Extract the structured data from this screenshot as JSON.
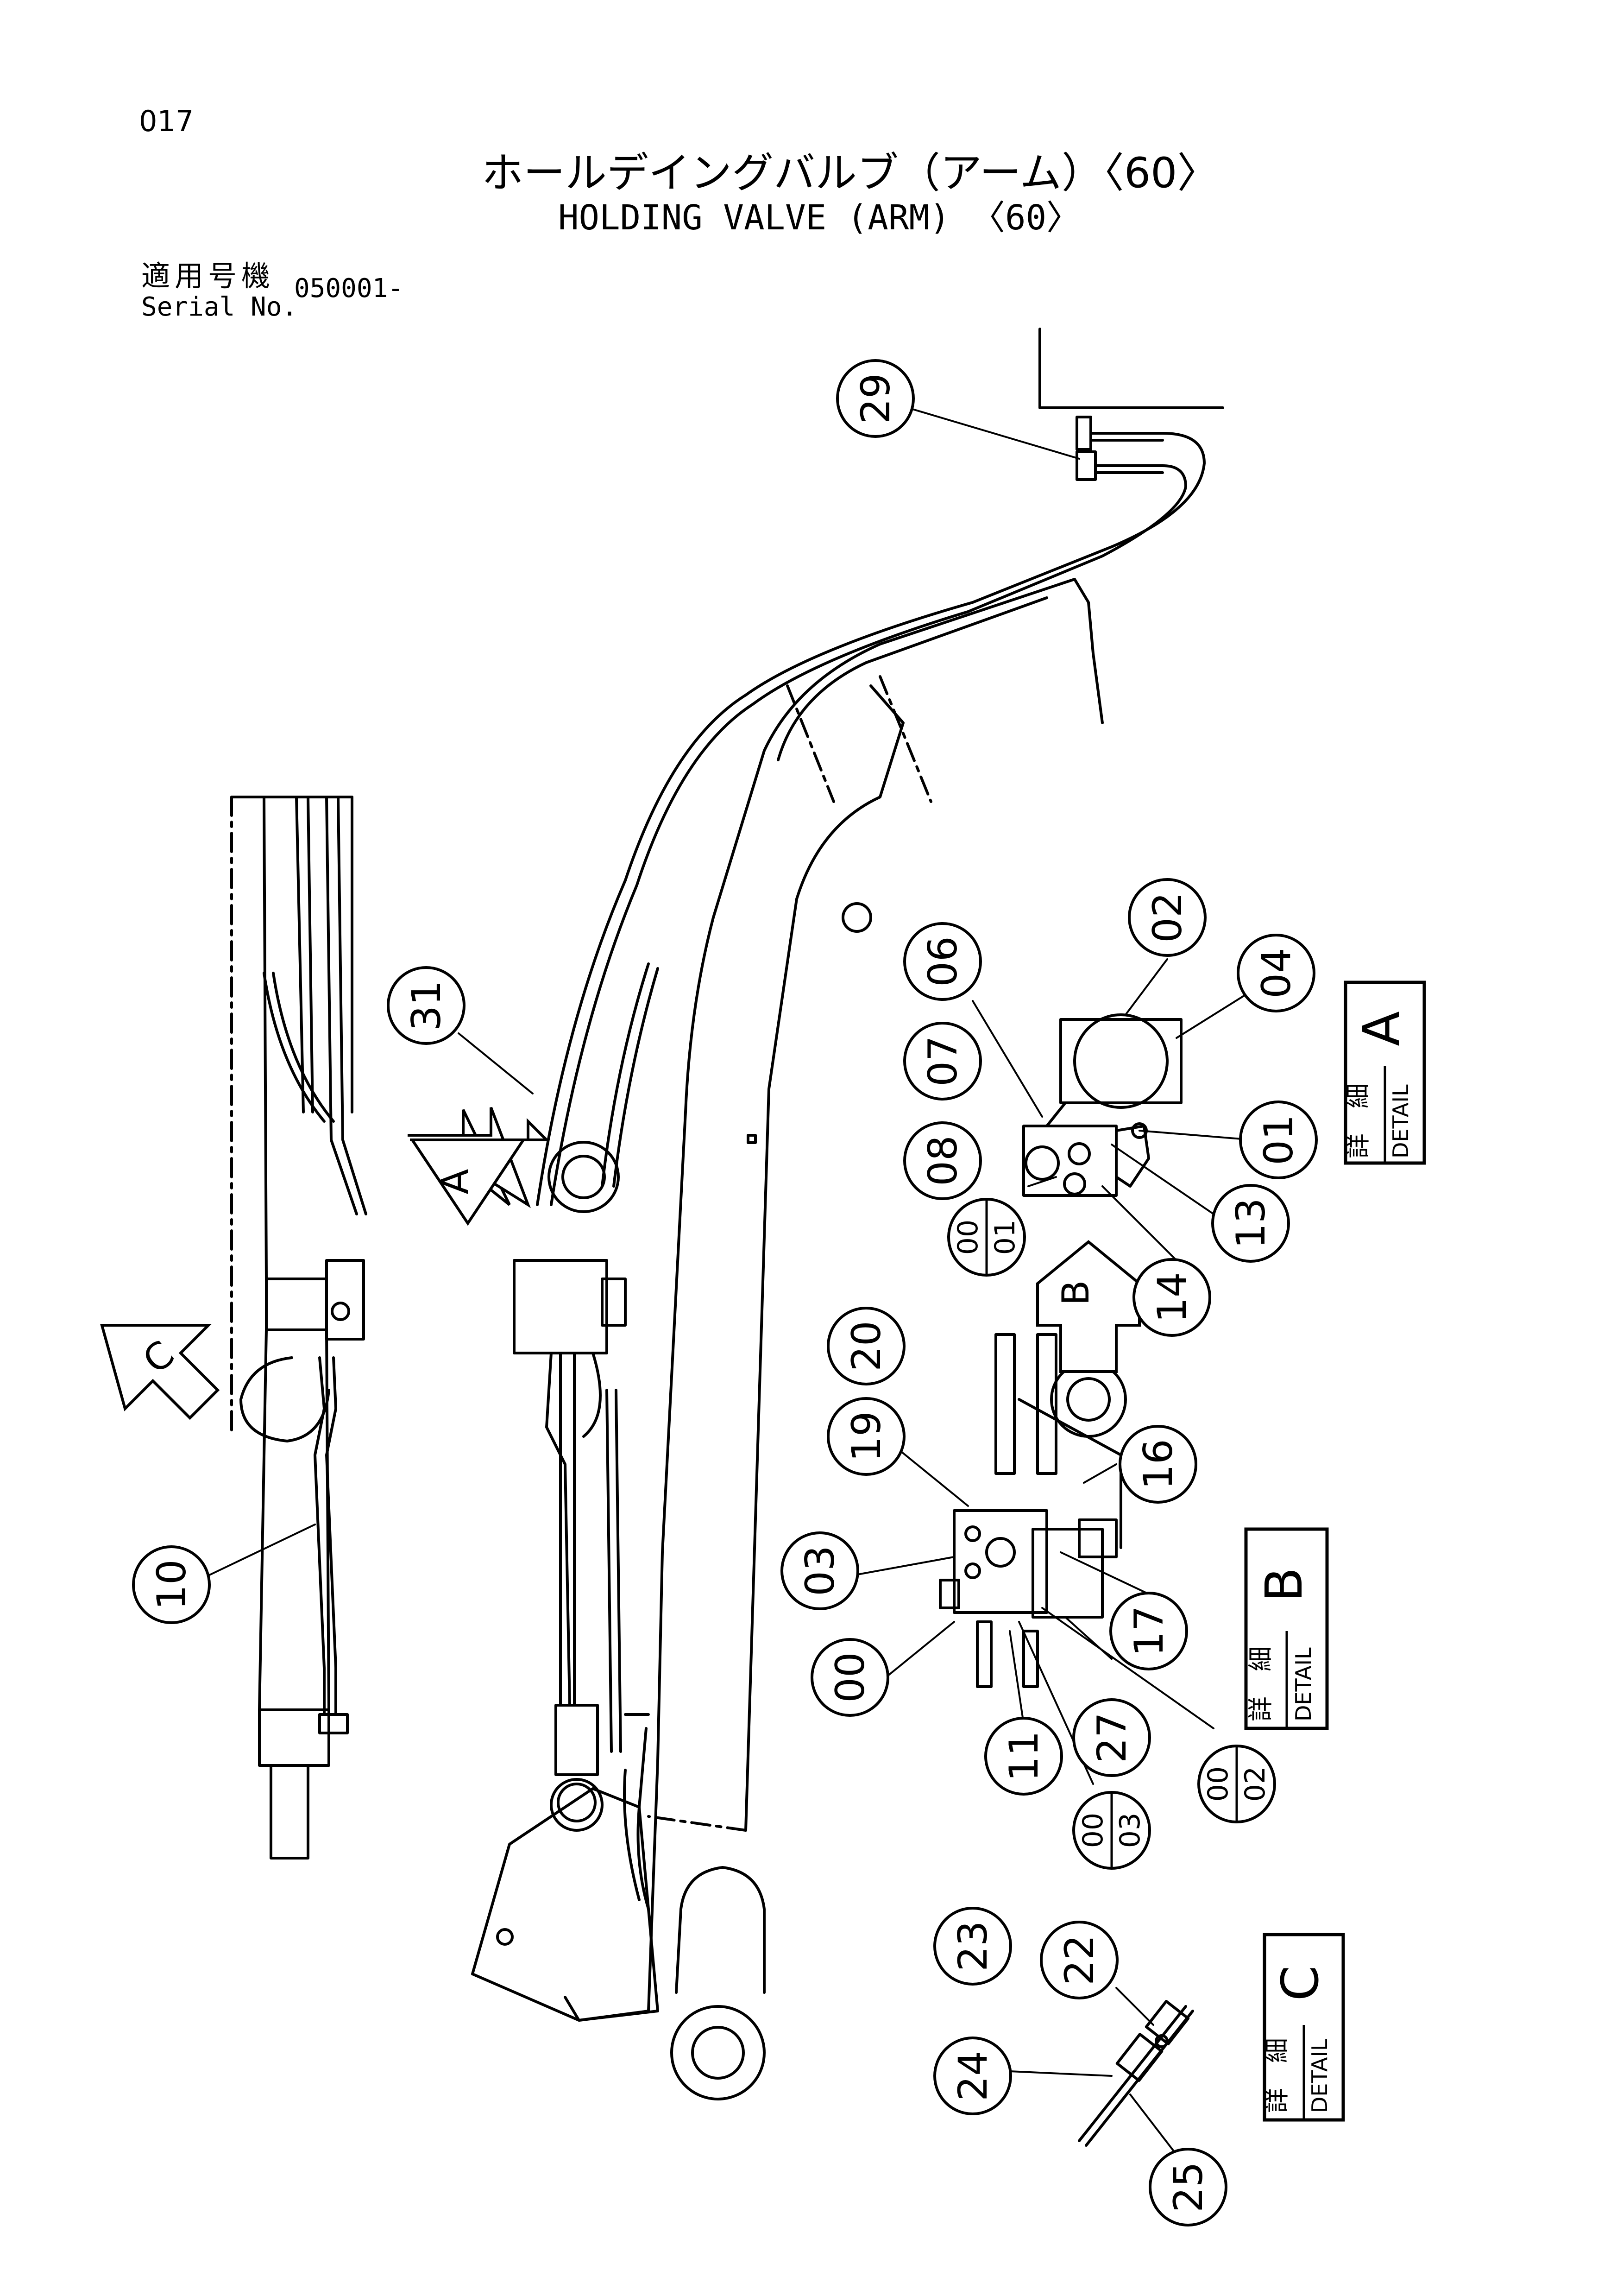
{
  "header": {
    "page_no": "017",
    "title_jp": "ホールデイングバルブ（アーム）〈60〉",
    "title_en": "HOLDING VALVE (ARM) 〈60〉",
    "serial_label_jp": "適用号機",
    "serial_label_en": "Serial No.",
    "serial_value": "050001-"
  },
  "callouts": [
    {
      "id": "c29",
      "label": "29"
    },
    {
      "id": "c31",
      "label": "31"
    },
    {
      "id": "c10",
      "label": "10"
    },
    {
      "id": "c02",
      "label": "02"
    },
    {
      "id": "c04",
      "label": "04"
    },
    {
      "id": "c06",
      "label": "06"
    },
    {
      "id": "c07",
      "label": "07"
    },
    {
      "id": "c08",
      "label": "08"
    },
    {
      "id": "c01",
      "label": "01"
    },
    {
      "id": "c13",
      "label": "13"
    },
    {
      "id": "c14",
      "label": "14"
    },
    {
      "id": "c20",
      "label": "20"
    },
    {
      "id": "c19",
      "label": "19"
    },
    {
      "id": "c16",
      "label": "16"
    },
    {
      "id": "c03",
      "label": "03"
    },
    {
      "id": "c17",
      "label": "17"
    },
    {
      "id": "c00",
      "label": "00"
    },
    {
      "id": "c11",
      "label": "11"
    },
    {
      "id": "c27",
      "label": "27"
    },
    {
      "id": "c23",
      "label": "23"
    },
    {
      "id": "c22",
      "label": "22"
    },
    {
      "id": "c24",
      "label": "24"
    },
    {
      "id": "c25",
      "label": "25"
    }
  ],
  "split_callouts": [
    {
      "id": "s0001",
      "top": "00",
      "bottom": "01"
    },
    {
      "id": "s0002",
      "top": "00",
      "bottom": "02"
    },
    {
      "id": "s0003",
      "top": "00",
      "bottom": "03"
    }
  ],
  "view_arrows": [
    {
      "id": "A",
      "label": "A"
    },
    {
      "id": "B",
      "label": "B"
    },
    {
      "id": "C",
      "label": "C"
    }
  ],
  "detail_boxes": [
    {
      "id": "A",
      "jp": "詳　細",
      "en": "DETAIL",
      "letter": "A"
    },
    {
      "id": "B",
      "jp": "詳　細",
      "en": "DETAIL",
      "letter": "B"
    },
    {
      "id": "C",
      "jp": "詳　細",
      "en": "DETAIL",
      "letter": "C"
    }
  ]
}
